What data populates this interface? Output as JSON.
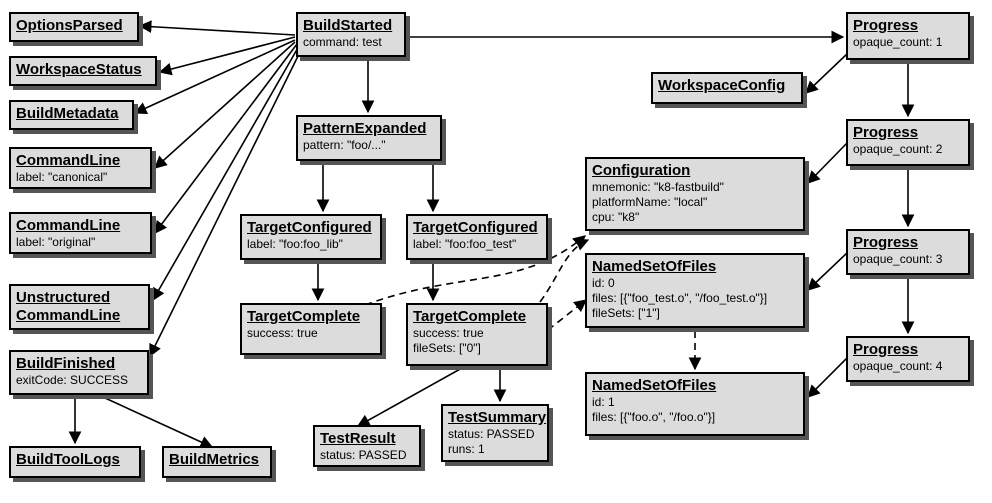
{
  "nodes": {
    "options_parsed": {
      "title": "OptionsParsed",
      "lines": []
    },
    "workspace_status": {
      "title": "WorkspaceStatus",
      "lines": []
    },
    "build_metadata": {
      "title": "BuildMetadata",
      "lines": []
    },
    "command_line_canonical": {
      "title": "CommandLine",
      "lines": [
        "label: \"canonical\""
      ]
    },
    "command_line_original": {
      "title": "CommandLine",
      "lines": [
        "label: \"original\""
      ]
    },
    "unstructured_command_line": {
      "title": "Unstructured",
      "title2": "CommandLine",
      "lines": []
    },
    "build_finished": {
      "title": "BuildFinished",
      "lines": [
        "exitCode: SUCCESS"
      ]
    },
    "build_tool_logs": {
      "title": "BuildToolLogs",
      "lines": []
    },
    "build_metrics": {
      "title": "BuildMetrics",
      "lines": []
    },
    "build_started": {
      "title": "BuildStarted",
      "lines": [
        "command: test"
      ]
    },
    "pattern_expanded": {
      "title": "PatternExpanded",
      "lines": [
        "pattern: \"foo/...\""
      ]
    },
    "target_configured_lib": {
      "title": "TargetConfigured",
      "lines": [
        "label: \"foo:foo_lib\""
      ]
    },
    "target_configured_test": {
      "title": "TargetConfigured",
      "lines": [
        "label: \"foo:foo_test\""
      ]
    },
    "target_complete_lib": {
      "title": "TargetComplete",
      "lines": [
        "success: true"
      ]
    },
    "target_complete_test": {
      "title": "TargetComplete",
      "lines": [
        "success: true",
        "fileSets: [\"0\"]"
      ]
    },
    "test_result": {
      "title": "TestResult",
      "lines": [
        "status: PASSED"
      ]
    },
    "test_summary": {
      "title": "TestSummary",
      "lines": [
        "status: PASSED",
        "runs: 1"
      ]
    },
    "configuration": {
      "title": "Configuration",
      "lines": [
        "mnemonic: \"k8-fastbuild\"",
        "platformName: \"local\"",
        "cpu: \"k8\""
      ]
    },
    "named_set_0": {
      "title": "NamedSetOfFiles",
      "lines": [
        "id: 0",
        "files: [{\"foo_test.o\", \"/foo_test.o\"}]",
        "fileSets: [\"1\"]"
      ]
    },
    "named_set_1": {
      "title": "NamedSetOfFiles",
      "lines": [
        "id: 1",
        "files: [{\"foo.o\", \"/foo.o\"}]"
      ]
    },
    "progress_1": {
      "title": "Progress",
      "lines": [
        "opaque_count: 1"
      ]
    },
    "workspace_config": {
      "title": "WorkspaceConfig",
      "lines": []
    },
    "progress_2": {
      "title": "Progress",
      "lines": [
        "opaque_count: 2"
      ]
    },
    "progress_3": {
      "title": "Progress",
      "lines": [
        "opaque_count: 3"
      ]
    },
    "progress_4": {
      "title": "Progress",
      "lines": [
        "opaque_count: 4"
      ]
    }
  }
}
